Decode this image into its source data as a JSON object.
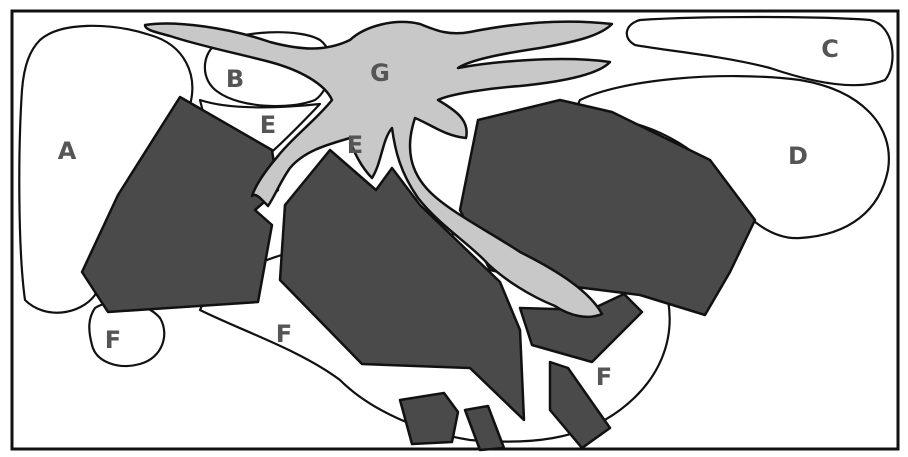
{
  "colors": {
    "dark_block": "#4a4a4a",
    "grey_structure": "#c8c8c8",
    "outline": "#111111",
    "label": "#555555",
    "background": "#ffffff"
  },
  "labels": {
    "a": "A",
    "b": "B",
    "c": "C",
    "d": "D",
    "e1": "E",
    "e2": "E",
    "f1": "F",
    "f2": "F",
    "f3": "F",
    "g": "G"
  }
}
